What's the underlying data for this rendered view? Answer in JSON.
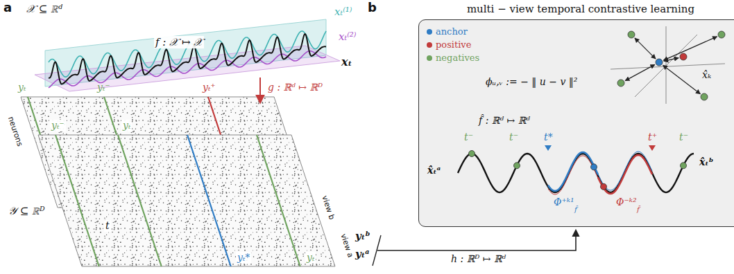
{
  "diagram": {
    "nodes": [
      {
        "text": [
          "multi − view temporal contrastive learning"
        ]
      }
    ],
    "labels": [
      "a",
      "𝒳 ⊆ ℝᵈ",
      "f : 𝒳 ↦ 𝒳",
      "xₜ⁽¹⁾",
      "xₜ⁽²⁾",
      "xₜ",
      "g : ℝᵈ ↦ ℝᴰ",
      "neurons",
      "yₜ⁻",
      "yₜ⁻",
      "yₜ",
      "yₜ",
      "yₜ",
      "𝒴 ⊆ ℝᴰ",
      "t",
      "yₜ*",
      "yₜ⁺",
      "view b",
      "view a",
      "yₜᵇ",
      "yₜᵃ",
      "b",
      "ϕᵤ,ᵥ := − ‖ u − v ‖²",
      "x̂ₖ",
      "f̂ : ℝᵈ ↦ ℝᵈ",
      "t⁻",
      "t⁻",
      "t⁻",
      "t*",
      "Φ⁺ᵏ¹",
      "f̂",
      "Φ⁻ᵏ²",
      "f̂",
      "t⁺",
      "x̂ₜᵃ",
      "x̂ₜᵇ",
      "h : ℝᴰ ↦ ℝᵈ"
    ],
    "legend": [
      {
        "text": "anchor",
        "color": "#2f7cc4"
      },
      {
        "text": "positive",
        "color": "#c23b3b"
      },
      {
        "text": "negatives",
        "color": "#6fa35f"
      }
    ]
  }
}
